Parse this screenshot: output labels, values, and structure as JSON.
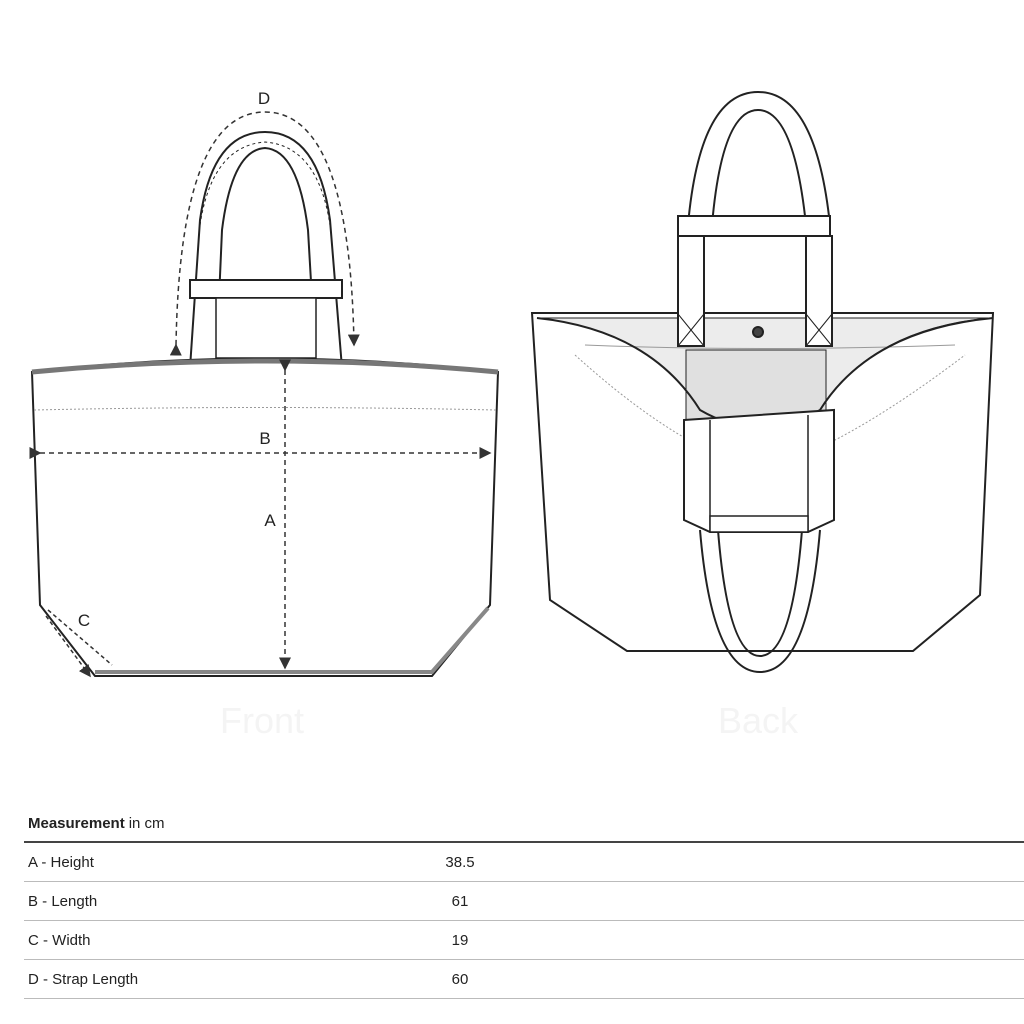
{
  "diagram": {
    "front": {
      "label": "Front",
      "dimension_letters": [
        "A",
        "B",
        "C",
        "D"
      ]
    },
    "back": {
      "label": "Back"
    }
  },
  "table": {
    "header_bold": "Measurement",
    "header_unit": "in cm",
    "rows": [
      {
        "label": "A - Height",
        "value": "38.5"
      },
      {
        "label": "B - Length",
        "value": "61"
      },
      {
        "label": "C - Width",
        "value": "19"
      },
      {
        "label": "D - Strap Length",
        "value": "60"
      }
    ]
  }
}
